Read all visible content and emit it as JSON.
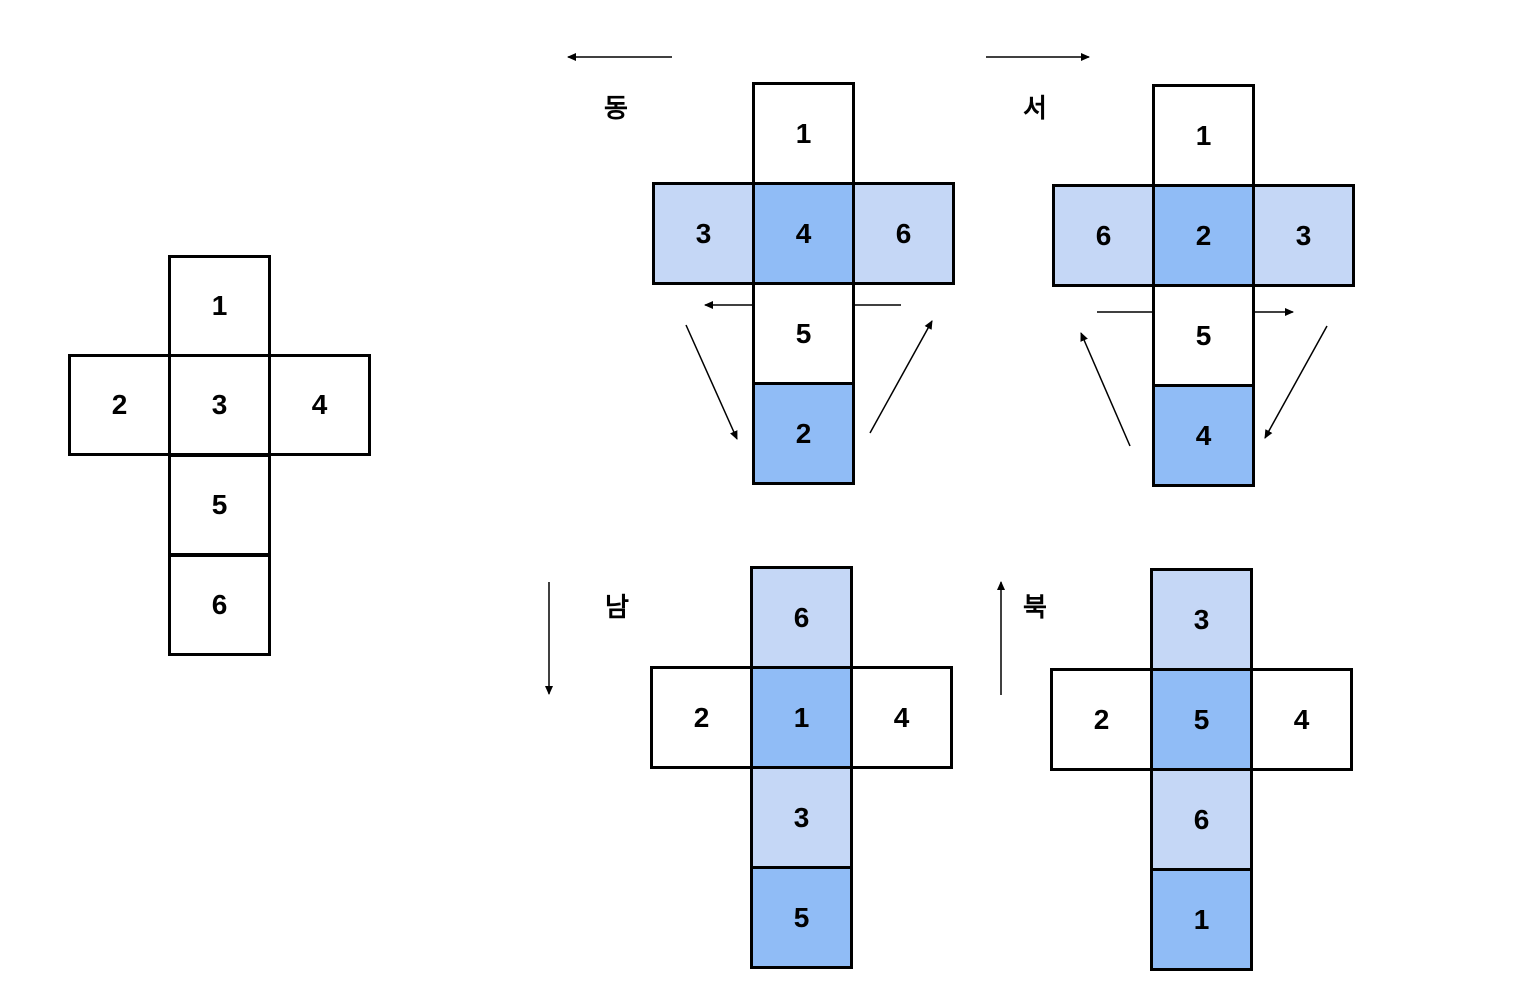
{
  "colors": {
    "border": "#000000",
    "white": "#ffffff",
    "light_blue": "#c5d7f6",
    "blue": "#90bcf6"
  },
  "nets": [
    {
      "id": "original",
      "label": "",
      "cells": [
        {
          "v": "1",
          "fill": "white"
        },
        {
          "v": "2",
          "fill": "white"
        },
        {
          "v": "3",
          "fill": "white"
        },
        {
          "v": "4",
          "fill": "white"
        },
        {
          "v": "5",
          "fill": "white"
        },
        {
          "v": "6",
          "fill": "white"
        }
      ]
    },
    {
      "id": "east",
      "label": "동",
      "cells": [
        {
          "v": "1",
          "fill": "white"
        },
        {
          "v": "3",
          "fill": "light_blue"
        },
        {
          "v": "4",
          "fill": "blue"
        },
        {
          "v": "6",
          "fill": "light_blue"
        },
        {
          "v": "5",
          "fill": "white"
        },
        {
          "v": "2",
          "fill": "blue"
        }
      ]
    },
    {
      "id": "west",
      "label": "서",
      "cells": [
        {
          "v": "1",
          "fill": "white"
        },
        {
          "v": "6",
          "fill": "light_blue"
        },
        {
          "v": "2",
          "fill": "blue"
        },
        {
          "v": "3",
          "fill": "light_blue"
        },
        {
          "v": "5",
          "fill": "white"
        },
        {
          "v": "4",
          "fill": "blue"
        }
      ]
    },
    {
      "id": "south",
      "label": "남",
      "cells": [
        {
          "v": "6",
          "fill": "light_blue"
        },
        {
          "v": "2",
          "fill": "white"
        },
        {
          "v": "1",
          "fill": "blue"
        },
        {
          "v": "4",
          "fill": "white"
        },
        {
          "v": "3",
          "fill": "light_blue"
        },
        {
          "v": "5",
          "fill": "blue"
        }
      ]
    },
    {
      "id": "north",
      "label": "북",
      "cells": [
        {
          "v": "3",
          "fill": "light_blue"
        },
        {
          "v": "2",
          "fill": "white"
        },
        {
          "v": "5",
          "fill": "blue"
        },
        {
          "v": "4",
          "fill": "white"
        },
        {
          "v": "6",
          "fill": "light_blue"
        },
        {
          "v": "1",
          "fill": "blue"
        }
      ]
    }
  ]
}
